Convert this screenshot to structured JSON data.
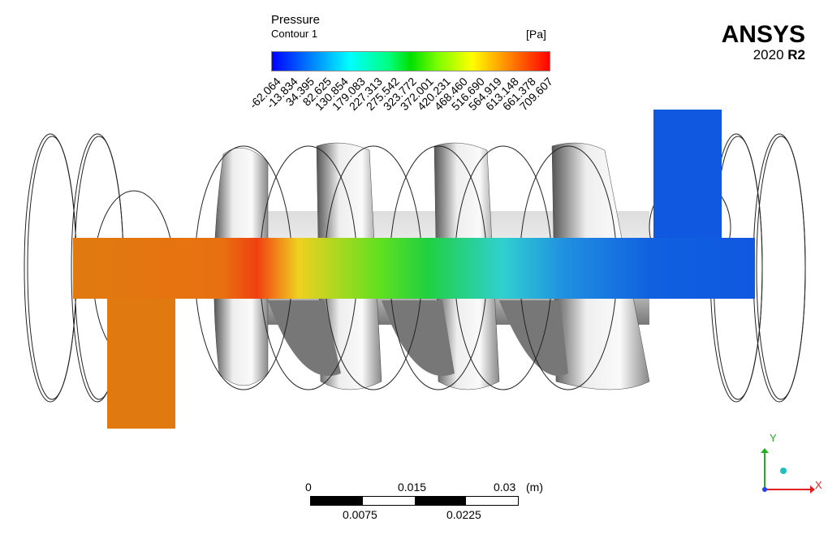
{
  "legend": {
    "title": "Pressure",
    "subtitle": "Contour 1",
    "unit": "[Pa]",
    "tick_labels": [
      "-62.064",
      "-13.834",
      "34.395",
      "82.625",
      "130.854",
      "179.083",
      "227.313",
      "275.542",
      "323.772",
      "372.001",
      "420.231",
      "468.460",
      "516.690",
      "564.919",
      "613.148",
      "661.378",
      "709.607"
    ],
    "colormap": [
      "#0000ff",
      "#00ffff",
      "#00e000",
      "#ffff00",
      "#ff0000"
    ]
  },
  "logo": {
    "brand": "ANSYS",
    "version_year": "2020",
    "version_release": "R2"
  },
  "scale_bar": {
    "top_labels": [
      "0",
      "0.015",
      "0.03"
    ],
    "bottom_labels": [
      "0.0075",
      "0.0225"
    ],
    "unit": "(m)"
  },
  "triad": {
    "x_label": "X",
    "y_label": "Y",
    "x_color": "#e02020",
    "y_color": "#20b020",
    "z_color": "#2040ff"
  }
}
